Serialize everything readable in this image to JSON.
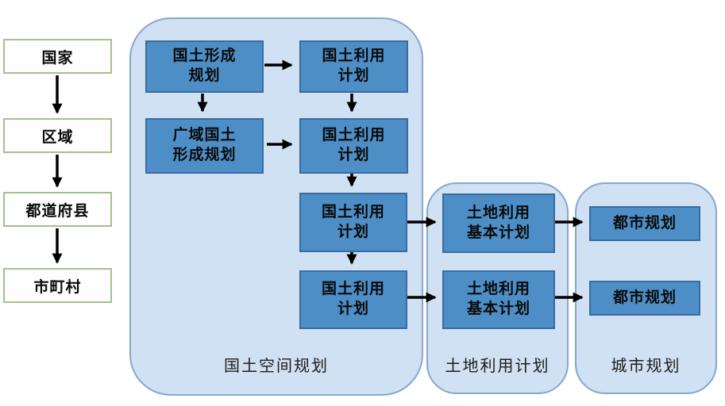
{
  "diagram_title": "japan-planning-system-flowchart",
  "hierarchy": {
    "items": [
      {
        "label": "国家"
      },
      {
        "label": "区域"
      },
      {
        "label": "都道府县"
      },
      {
        "label": "市町村"
      }
    ]
  },
  "panels": {
    "spatial": {
      "label": "国土空间规划",
      "nodes": [
        {
          "text": "国土形成\n规划"
        },
        {
          "text": "国土利用\n计划"
        },
        {
          "text": "广域国土\n形成规划"
        },
        {
          "text": "国土利用\n计划"
        },
        {
          "text": "国土利用\n计划"
        },
        {
          "text": "国土利用\n计划"
        }
      ]
    },
    "land_use": {
      "label": "土地利用计划",
      "nodes": [
        {
          "text": "土地利用\n基本计划"
        },
        {
          "text": "土地利用\n基本计划"
        }
      ]
    },
    "city": {
      "label": "城市规划",
      "nodes": [
        {
          "text": "都市规划"
        },
        {
          "text": "都市规划"
        }
      ]
    }
  },
  "colors": {
    "node_fill": "#4E8EC6",
    "node_border": "#3A6B9E",
    "panel_fill": "#CFE1F3",
    "panel_border": "#86A7CE",
    "hierarchy_box_border": "#A3C18C",
    "hierarchy_box_fill": "#FEFEFE",
    "arrow": "#000000",
    "text": "#0A0A0A"
  }
}
